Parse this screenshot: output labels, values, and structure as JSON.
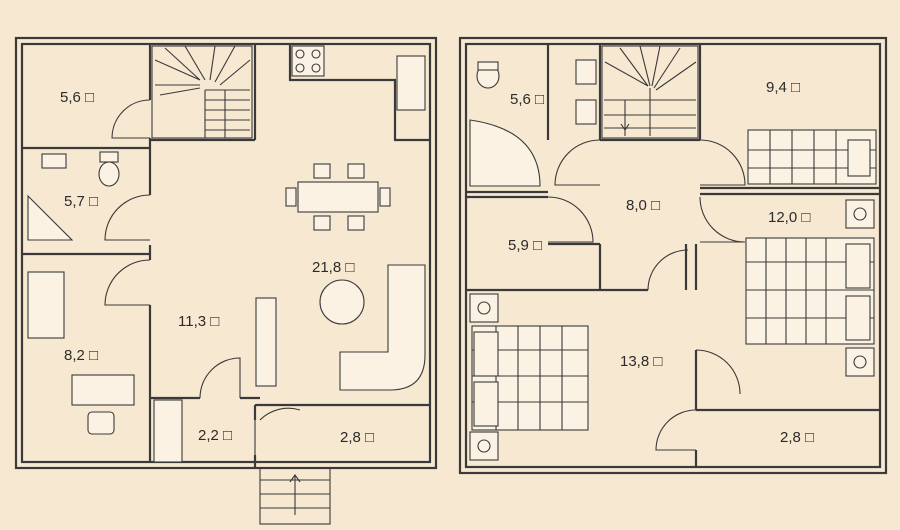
{
  "plans": {
    "ground_floor": {
      "rooms": [
        {
          "id": "storage-room",
          "area": "5,6"
        },
        {
          "id": "bathroom",
          "area": "5,7"
        },
        {
          "id": "study",
          "area": "8,2"
        },
        {
          "id": "hall",
          "area": "11,3"
        },
        {
          "id": "kitchen-living",
          "area": "21,8"
        },
        {
          "id": "vestibule",
          "area": "2,2"
        },
        {
          "id": "porch",
          "area": "2,8"
        }
      ]
    },
    "upper_floor": {
      "rooms": [
        {
          "id": "bathroom",
          "area": "5,6"
        },
        {
          "id": "bedroom-1",
          "area": "9,4"
        },
        {
          "id": "landing",
          "area": "8,0"
        },
        {
          "id": "closet",
          "area": "5,9"
        },
        {
          "id": "bedroom-2",
          "area": "12,0"
        },
        {
          "id": "bedroom-3",
          "area": "13,8"
        },
        {
          "id": "balcony",
          "area": "2,8"
        }
      ]
    }
  },
  "colors": {
    "background": "#f7e8d2",
    "walls": "#3a3a3a",
    "furniture_fill": "#fbf2e3"
  }
}
